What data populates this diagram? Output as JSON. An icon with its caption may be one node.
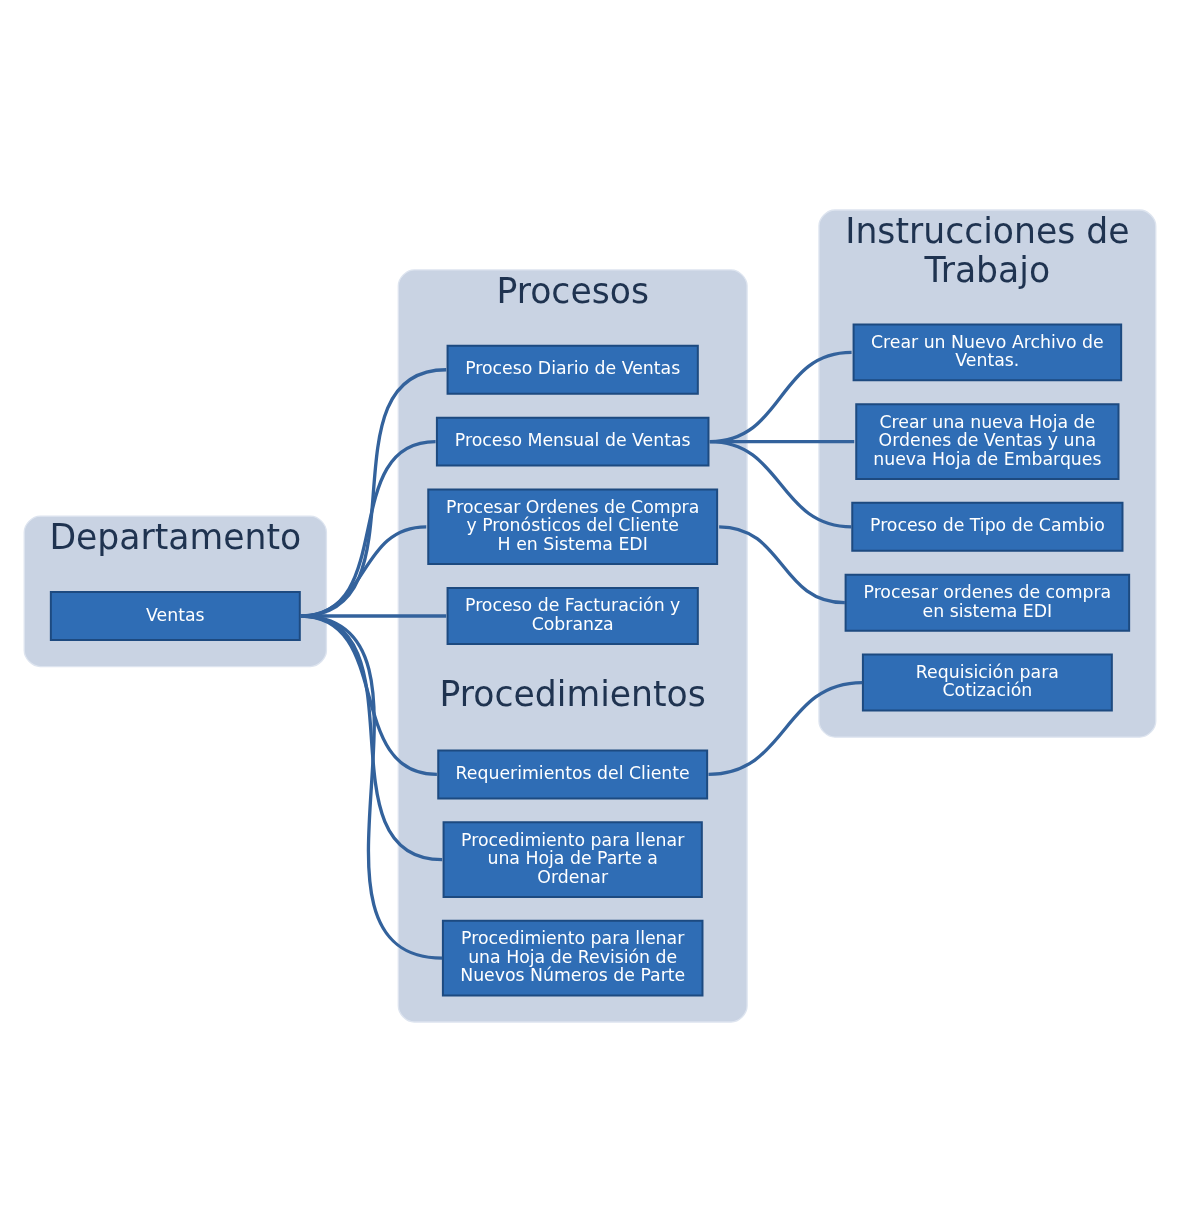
{
  "diagram": {
    "nodes": [
      {
        "text": [
          "Departamento"
        ]
      },
      {
        "text": [
          "Procesos",
          "Procedimientos"
        ]
      },
      {
        "text": [
          "Instrucciones de Trabajo"
        ]
      },
      {
        "text": [
          "Ventas"
        ],
        "in": 0
      },
      {
        "text": [
          "Proceso Diario de Ventas"
        ],
        "in": 1
      },
      {
        "text": [
          "Proceso Mensual de Ventas"
        ],
        "in": 1
      },
      {
        "text": [
          "Procesar Ordenes de Compra y Pronósticos del Cliente H en Sistema EDI"
        ],
        "in": 1
      },
      {
        "text": [
          "Proceso de Facturación y Cobranza"
        ],
        "in": 1
      },
      {
        "text": [
          "Requerimientos del Cliente"
        ],
        "in": 1
      },
      {
        "text": [
          "Procedimiento para llenar una Hoja de Parte a Ordenar"
        ],
        "in": 1
      },
      {
        "text": [
          "Procedimiento para llenar una Hoja de Revisión de Nuevos Números de Parte"
        ],
        "in": 1
      },
      {
        "text": [
          "Crear un Nuevo Archivo de Ventas."
        ],
        "in": 2
      },
      {
        "text": [
          "Crear una nueva Hoja de Ordenes de Ventas y una nueva Hoja de Embarques"
        ],
        "in": 2
      },
      {
        "text": [
          "Proceso de Tipo de Cambio"
        ],
        "in": 2
      },
      {
        "text": [
          "Procesar ordenes de compra en sistema EDI"
        ],
        "in": 2
      },
      {
        "text": [
          "Requisición para Cotización"
        ],
        "in": 2
      }
    ],
    "edges": [
      {
        "from": 3,
        "to": 4,
        "arrow": "none"
      },
      {
        "from": 3,
        "to": 5,
        "arrow": "none"
      },
      {
        "from": 3,
        "to": 6,
        "arrow": "none"
      },
      {
        "from": 3,
        "to": 7,
        "arrow": "none"
      },
      {
        "from": 3,
        "to": 8,
        "arrow": "none"
      },
      {
        "from": 3,
        "to": 9,
        "arrow": "none"
      },
      {
        "from": 3,
        "to": 10,
        "arrow": "none"
      },
      {
        "from": 5,
        "to": 11,
        "arrow": "none"
      },
      {
        "from": 5,
        "to": 12,
        "arrow": "none"
      },
      {
        "from": 5,
        "to": 13,
        "arrow": "none"
      },
      {
        "from": 6,
        "to": 14,
        "arrow": "none"
      },
      {
        "from": 8,
        "to": 15,
        "arrow": "none"
      }
    ]
  }
}
